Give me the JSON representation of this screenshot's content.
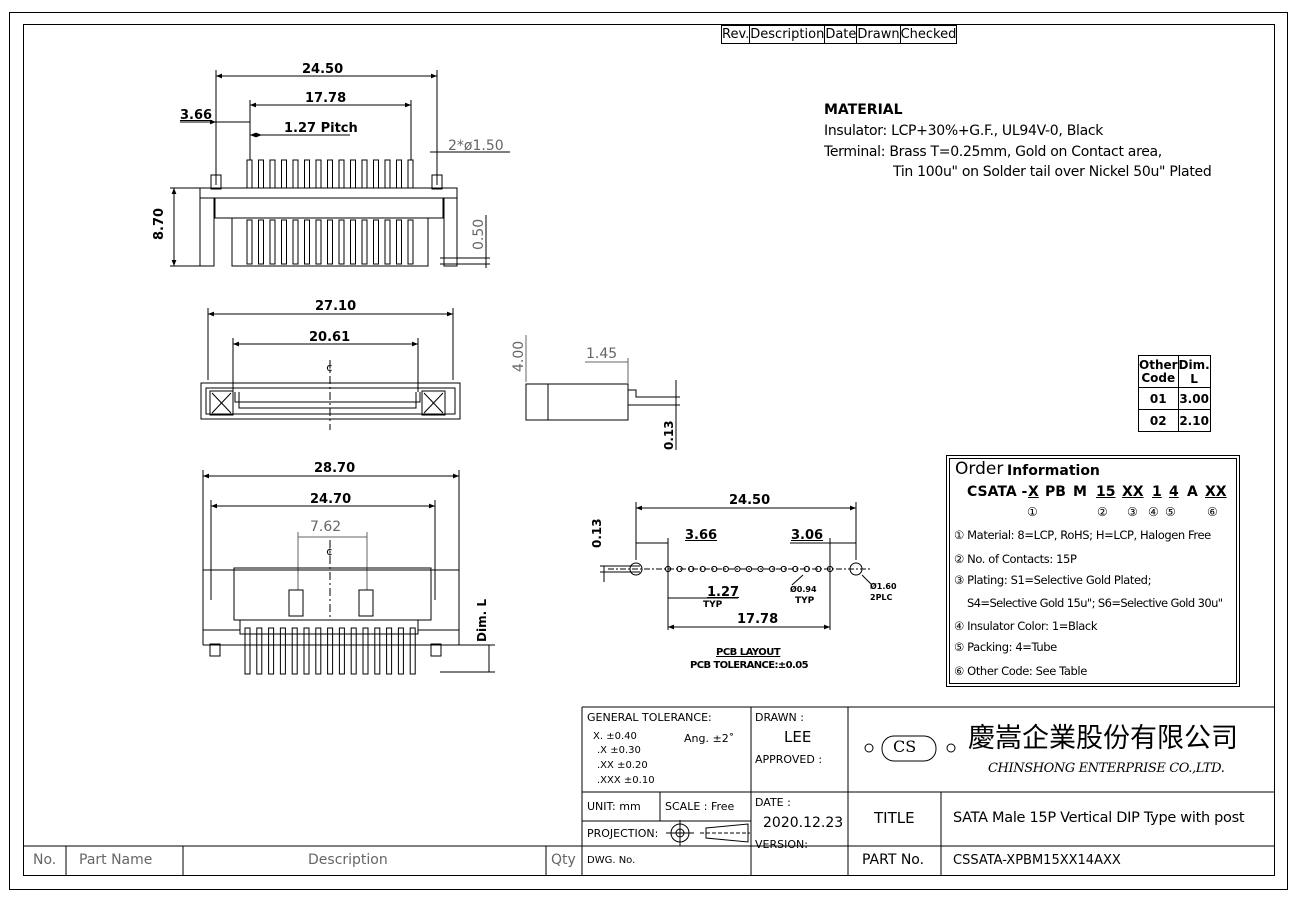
{
  "revision_table": {
    "headers": [
      "Rev.",
      "Description",
      "Date",
      "Drawn",
      "Checked"
    ]
  },
  "material": {
    "title": "MATERIAL",
    "insulator": "Insulator: LCP+30%+G.F., UL94V-0, Black",
    "terminal_1": "Terminal: Brass T=0.25mm, Gold on Contact area,",
    "terminal_2": "Tin 100u\" on Solder tail over Nickel 50u\" Plated"
  },
  "dims": {
    "top_24_50": "24.50",
    "top_17_78": "17.78",
    "top_3_66": "3.66",
    "pitch": "1.27 Pitch",
    "post": "2*ø1.50",
    "height_8_70": "8.70",
    "pin_0_50": "0.50",
    "mid_27_10": "27.10",
    "mid_20_61": "20.61",
    "side_4_00": "4.00",
    "side_1_45": "1.45",
    "side_0_13": "0.13",
    "front_28_70": "28.70",
    "front_24_70": "24.70",
    "front_7_62": "7.62",
    "dim_l": "Dim. L",
    "pcb_24_50": "24.50",
    "pcb_3_66": "3.66",
    "pcb_3_06": "3.06",
    "pcb_0_13": "0.13",
    "pcb_1_27": "1.27",
    "pcb_typ": "TYP",
    "pcb_hole": "Ø0.94",
    "pcb_hole_typ": "TYP",
    "pcb_post": "Ø1.60",
    "pcb_post_plc": "2PLC",
    "pcb_17_78": "17.78",
    "centerline": "¢"
  },
  "pcb_layout": {
    "title": "PCB LAYOUT",
    "tolerance": "PCB TOLERANCE:±0.05"
  },
  "other_code_table": {
    "headers": [
      "Other Code",
      "Dim. L"
    ],
    "rows": [
      {
        "code": "01",
        "dim": "3.00"
      },
      {
        "code": "02",
        "dim": "2.10"
      }
    ]
  },
  "order_info": {
    "title_a": "Order",
    "title_b": "Information",
    "code_parts": [
      "CSATA -",
      "X",
      "PB",
      "M",
      "15",
      "XX",
      "1",
      "4",
      "A",
      "XX"
    ],
    "circles": [
      "①",
      "②",
      "③",
      "④",
      "⑤",
      "⑥"
    ],
    "lines": [
      "① Material: 8=LCP, RoHS;  H=LCP, Halogen Free",
      "② No. of Contacts: 15P",
      "③ Plating: S1=Selective Gold Plated;",
      "S4=Selective Gold 15u\";  S6=Selective Gold 30u\"",
      "④ Insulator Color: 1=Black",
      "⑤ Packing: 4=Tube",
      "⑥ Other Code: See Table"
    ]
  },
  "title_block": {
    "general_tolerance_label": "GENERAL TOLERANCE:",
    "tol_x": "X.   ±0.40",
    "tol_xx": ".X   ±0.30",
    "tol_xxx": ".XX  ±0.20",
    "tol_xxxx": ".XXX ±0.10",
    "angle": "Ang.  ±2˚",
    "drawn_label": "DRAWN :",
    "drawn_value": "LEE",
    "approved_label": "APPROVED :",
    "company_logo": "CS",
    "company_cn": "慶嵩企業股份有限公司",
    "company_en": "CHINSHONG ENTERPRISE CO.,LTD.",
    "unit": "UNIT:  mm",
    "scale": "SCALE :  Free",
    "date_label": "DATE :",
    "date_value": "2020.12.23",
    "projection_label": "PROJECTION:",
    "version_label": "VERSION:",
    "title_label": "TITLE",
    "title_value": "SATA Male 15P Vertical DIP Type with post",
    "dwg_label": "DWG. No.",
    "part_label": "PART No.",
    "part_value": "CSSATA-XPBM15XX14AXX"
  },
  "parts_list": {
    "headers": [
      "No.",
      "Part  Name",
      "Description",
      "Qty"
    ]
  }
}
